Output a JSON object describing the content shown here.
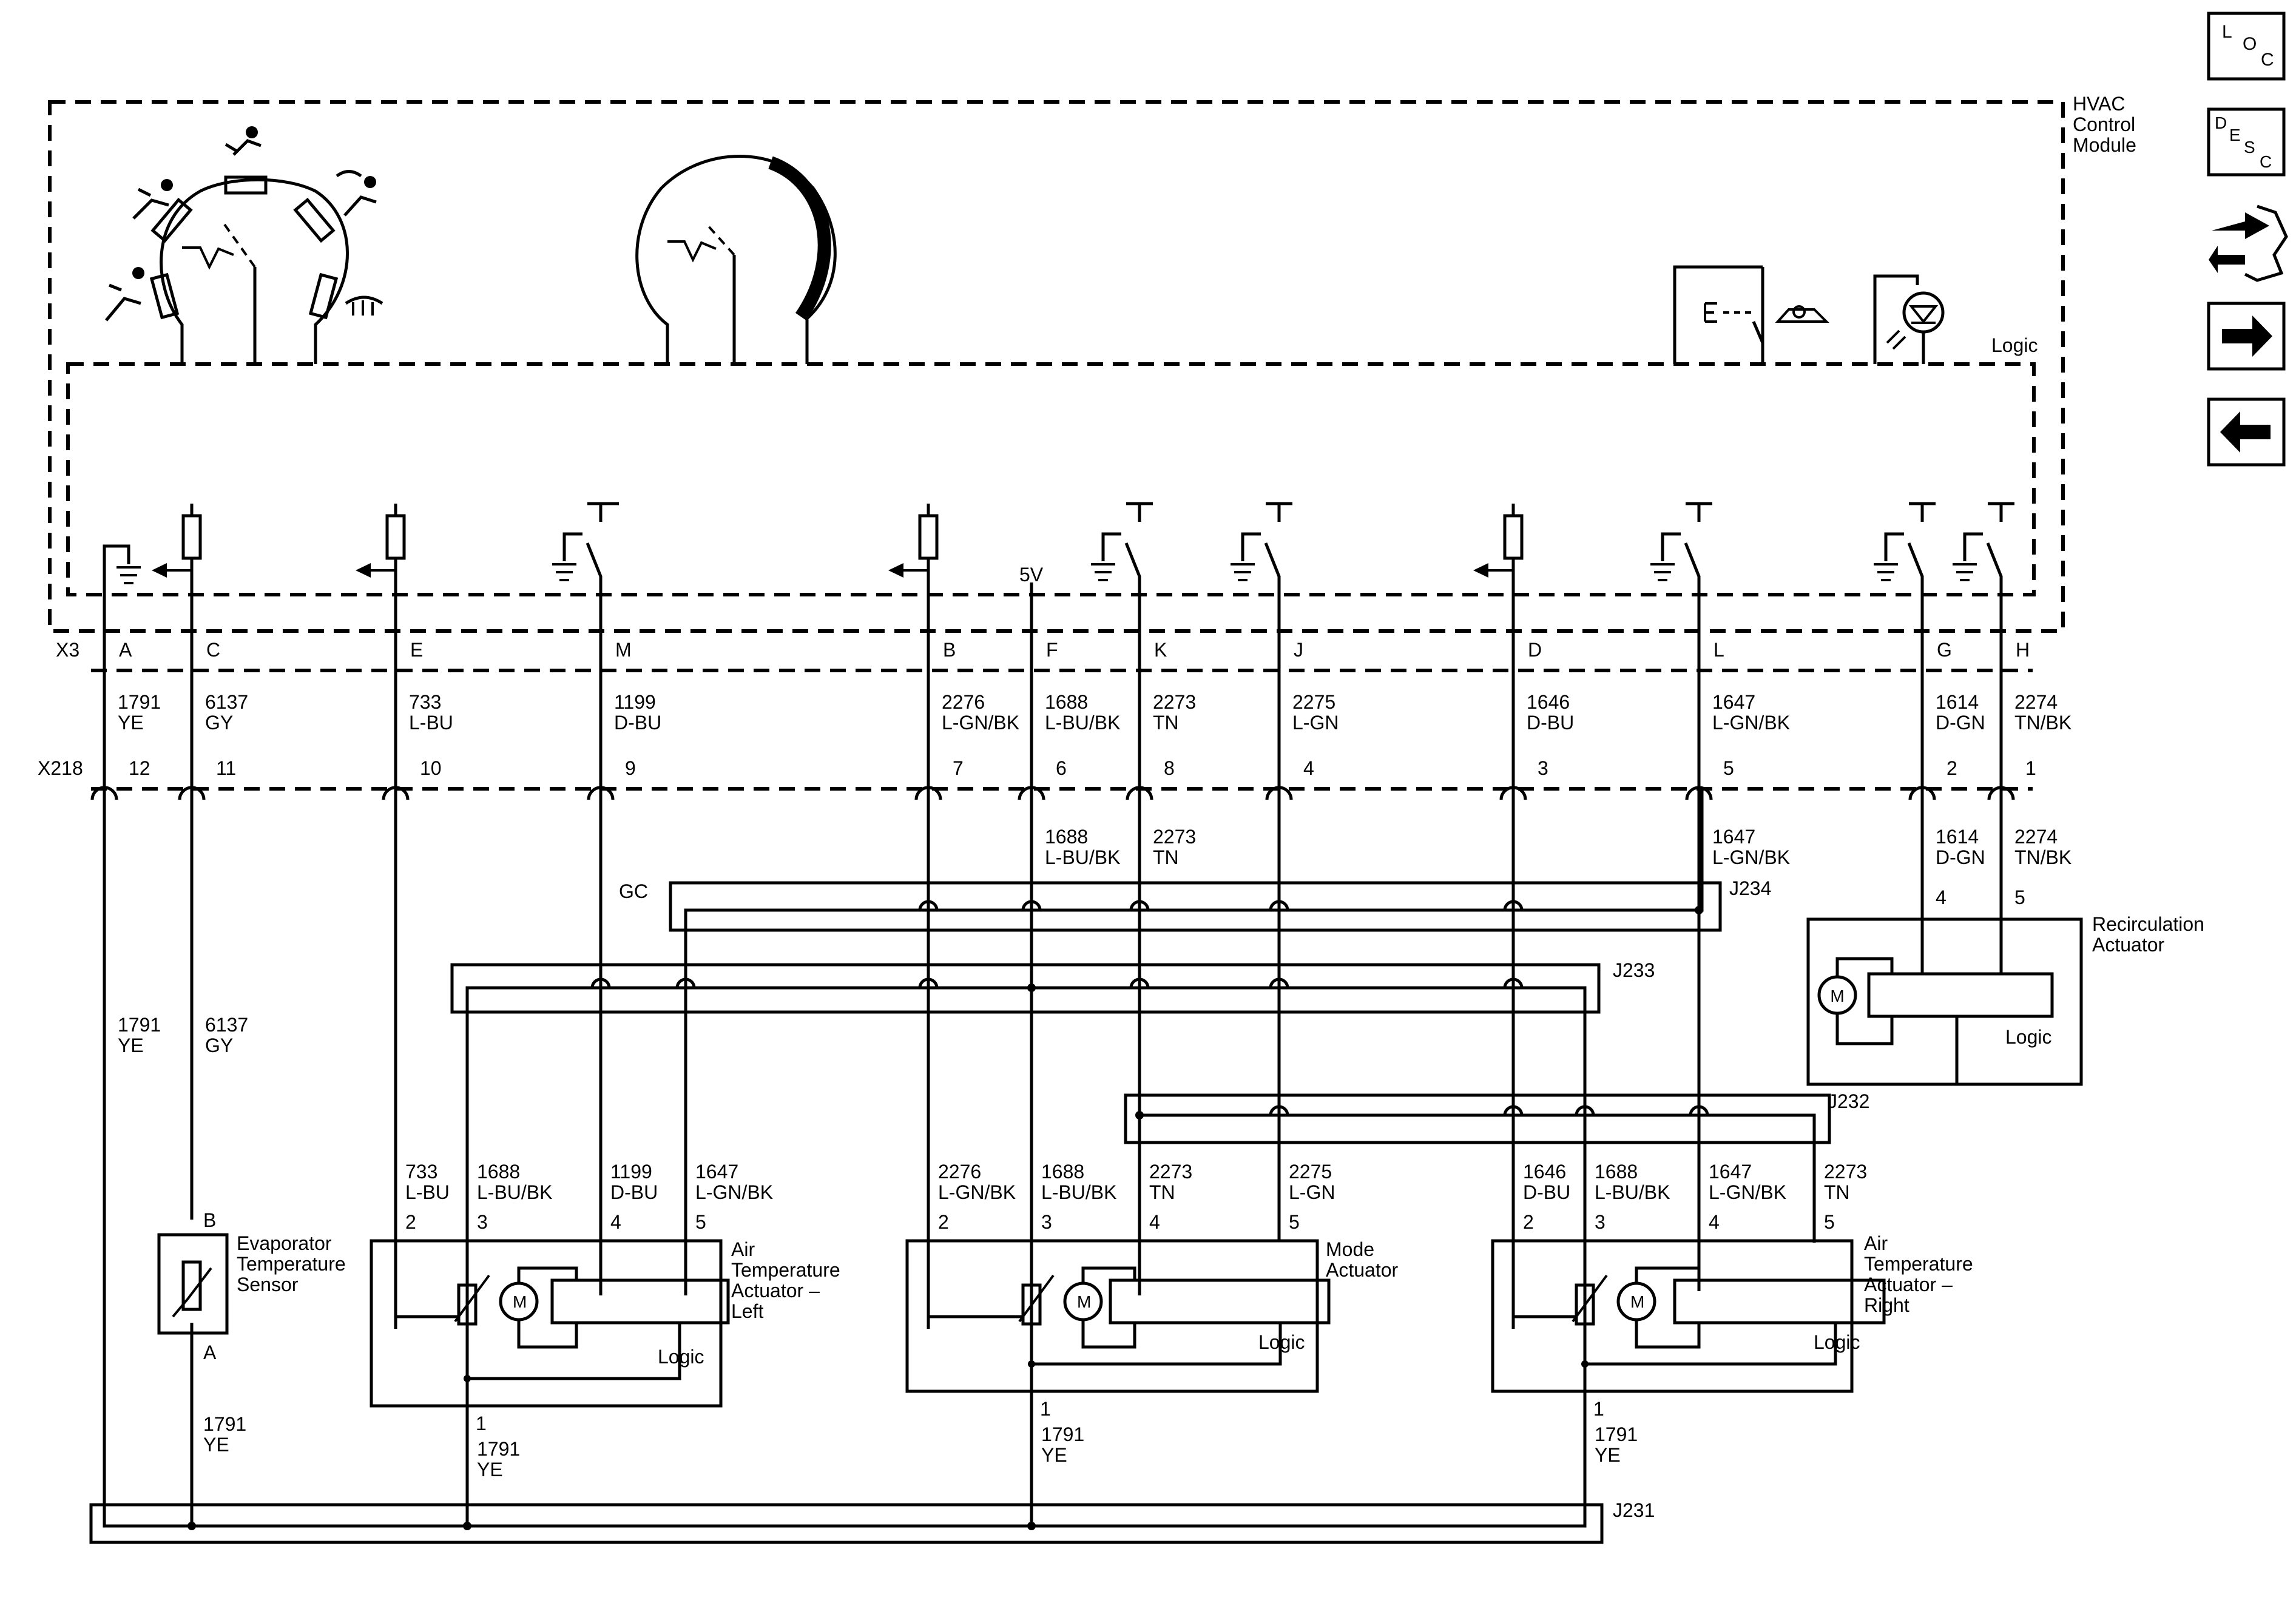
{
  "module": {
    "title_lines": [
      "HVAC",
      "Control",
      "Module"
    ],
    "logic_label": "Logic"
  },
  "connectors": {
    "x3": "X3",
    "x218": "X218",
    "gc": "GC",
    "five_volt": "5V"
  },
  "splices": {
    "j231": "J231",
    "j232": "J232",
    "j233": "J233",
    "j234": "J234"
  },
  "pins": [
    {
      "x3": "A",
      "circuit": "1791",
      "color": "YE",
      "x218": "12"
    },
    {
      "x3": "C",
      "circuit": "6137",
      "color": "GY",
      "x218": "11"
    },
    {
      "x3": "E",
      "circuit": "733",
      "color": "L-BU",
      "x218": "10"
    },
    {
      "x3": "M",
      "circuit": "1199",
      "color": "D-BU",
      "x218": "9"
    },
    {
      "x3": "B",
      "circuit": "2276",
      "color": "L-GN/BK",
      "x218": "7"
    },
    {
      "x3": "F",
      "circuit": "1688",
      "color": "L-BU/BK",
      "x218": "6"
    },
    {
      "x3": "K",
      "circuit": "2273",
      "color": "TN",
      "x218": "8"
    },
    {
      "x3": "J",
      "circuit": "2275",
      "color": "L-GN",
      "x218": "4"
    },
    {
      "x3": "D",
      "circuit": "1646",
      "color": "D-BU",
      "x218": "3"
    },
    {
      "x3": "L",
      "circuit": "1647",
      "color": "L-GN/BK",
      "x218": "5"
    },
    {
      "x3": "G",
      "circuit": "1614",
      "color": "D-GN",
      "x218": "2"
    },
    {
      "x3": "H",
      "circuit": "2274",
      "color": "TN/BK",
      "x218": "1"
    }
  ],
  "below_x218": [
    {
      "circuit": "1688",
      "color": "L-BU/BK"
    },
    {
      "circuit": "2273",
      "color": "TN"
    },
    {
      "circuit": "1647",
      "color": "L-GN/BK"
    },
    {
      "circuit": "1614",
      "color": "D-GN"
    },
    {
      "circuit": "2274",
      "color": "TN/BK"
    },
    {
      "circuit": "1791",
      "color": "YE"
    },
    {
      "circuit": "6137",
      "color": "GY"
    }
  ],
  "recirc": {
    "title_lines": [
      "Recirculation",
      "Actuator"
    ],
    "pins": [
      "4",
      "5"
    ],
    "motor": "M",
    "logic": "Logic"
  },
  "evap": {
    "title_lines": [
      "Evaporator",
      "Temperature",
      "Sensor"
    ],
    "pin_top": "B",
    "pin_bottom": "A",
    "circuit": "1791",
    "color": "YE"
  },
  "actuators": [
    {
      "title_lines": [
        "Air",
        "Temperature",
        "Actuator –",
        "Left"
      ],
      "motor": "M",
      "logic": "Logic",
      "ground_pin": "1",
      "ground_circuit": "1791",
      "ground_color": "YE",
      "pins": [
        {
          "pin": "2",
          "circuit": "733",
          "color": "L-BU"
        },
        {
          "pin": "3",
          "circuit": "1688",
          "color": "L-BU/BK"
        },
        {
          "pin": "4",
          "circuit": "1199",
          "color": "D-BU"
        },
        {
          "pin": "5",
          "circuit": "1647",
          "color": "L-GN/BK"
        }
      ]
    },
    {
      "title_lines": [
        "Mode",
        "Actuator"
      ],
      "motor": "M",
      "logic": "Logic",
      "ground_pin": "1",
      "ground_circuit": "1791",
      "ground_color": "YE",
      "pins": [
        {
          "pin": "2",
          "circuit": "2276",
          "color": "L-GN/BK"
        },
        {
          "pin": "3",
          "circuit": "1688",
          "color": "L-BU/BK"
        },
        {
          "pin": "4",
          "circuit": "2273",
          "color": "TN"
        },
        {
          "pin": "5",
          "circuit": "2275",
          "color": "L-GN"
        }
      ]
    },
    {
      "title_lines": [
        "Air",
        "Temperature",
        "Actuator –",
        "Right"
      ],
      "motor": "M",
      "logic": "Logic",
      "ground_pin": "1",
      "ground_circuit": "1791",
      "ground_color": "YE",
      "pins": [
        {
          "pin": "2",
          "circuit": "1646",
          "color": "D-BU"
        },
        {
          "pin": "3",
          "circuit": "1688",
          "color": "L-BU/BK"
        },
        {
          "pin": "4",
          "circuit": "1647",
          "color": "L-GN/BK"
        },
        {
          "pin": "5",
          "circuit": "2273",
          "color": "TN"
        }
      ]
    }
  ],
  "nav": {
    "loc": [
      "L",
      "O",
      "C"
    ],
    "desc": [
      "D",
      "E",
      "S",
      "C"
    ],
    "icons": [
      "wiring-repair-icon",
      "next-arrow-icon",
      "previous-arrow-icon"
    ]
  }
}
